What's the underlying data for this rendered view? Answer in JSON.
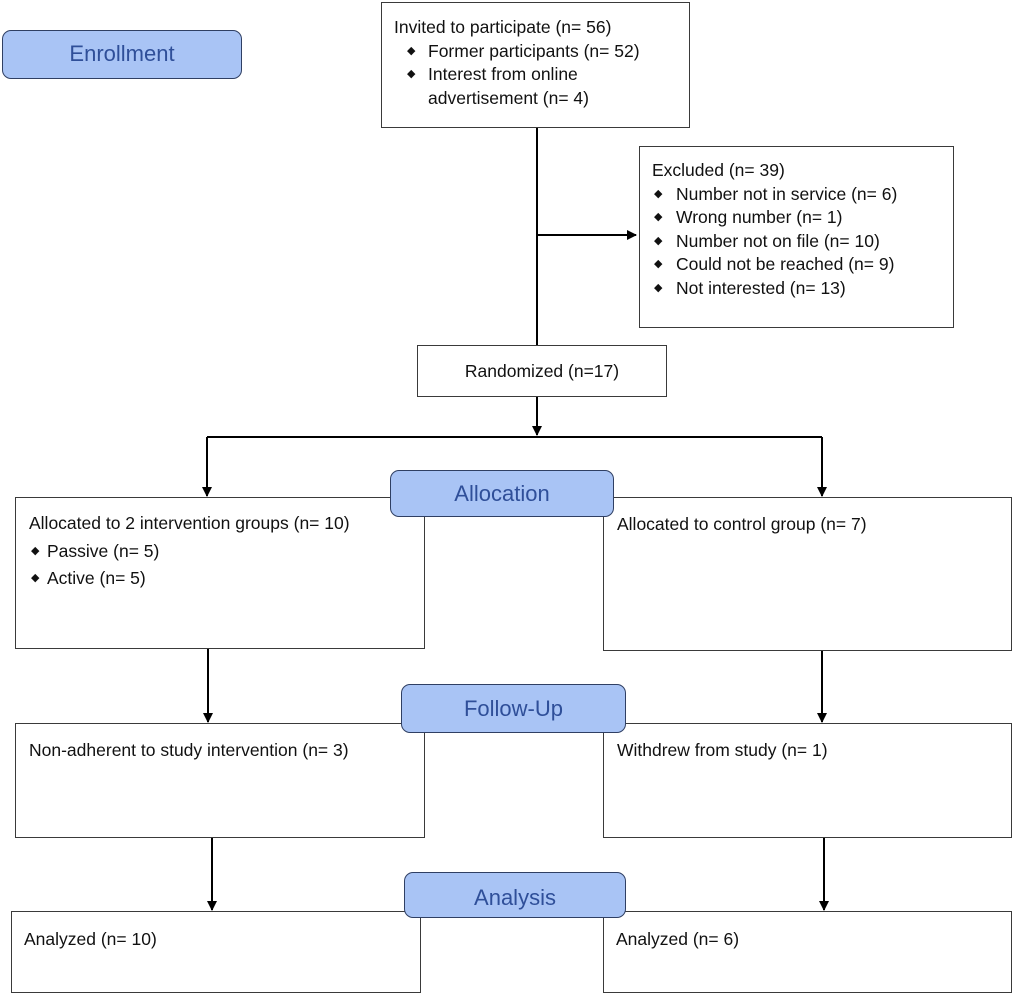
{
  "stages": {
    "enrollment": "Enrollment",
    "allocation": "Allocation",
    "follow_up": "Follow-Up",
    "analysis": "Analysis"
  },
  "invited": {
    "title": "Invited to participate (n= 56)",
    "items": [
      "Former participants (n= 52)",
      "Interest from online",
      "advertisement (n= 4)"
    ]
  },
  "excluded": {
    "title": "Excluded (n= 39)",
    "items": [
      "Number not in service (n= 6)",
      "Wrong number (n= 1)",
      "Number not on file (n= 10)",
      "Could not be reached (n= 9)",
      "Not interested (n= 13)"
    ]
  },
  "randomized": "Randomized (n=17)",
  "allocation": {
    "intervention": {
      "title": "Allocated to 2 intervention groups (n= 10)",
      "items": [
        "Passive (n= 5)",
        "Active (n= 5)"
      ]
    },
    "control": {
      "title": "Allocated to control group (n= 7)"
    }
  },
  "follow_up": {
    "intervention": "Non-adherent to study intervention (n= 3)",
    "control": "Withdrew from study (n= 1)"
  },
  "analysis": {
    "intervention": "Analyzed (n= 10)",
    "control": "Analyzed (n= 6)"
  },
  "bullet_glyph": "◆"
}
